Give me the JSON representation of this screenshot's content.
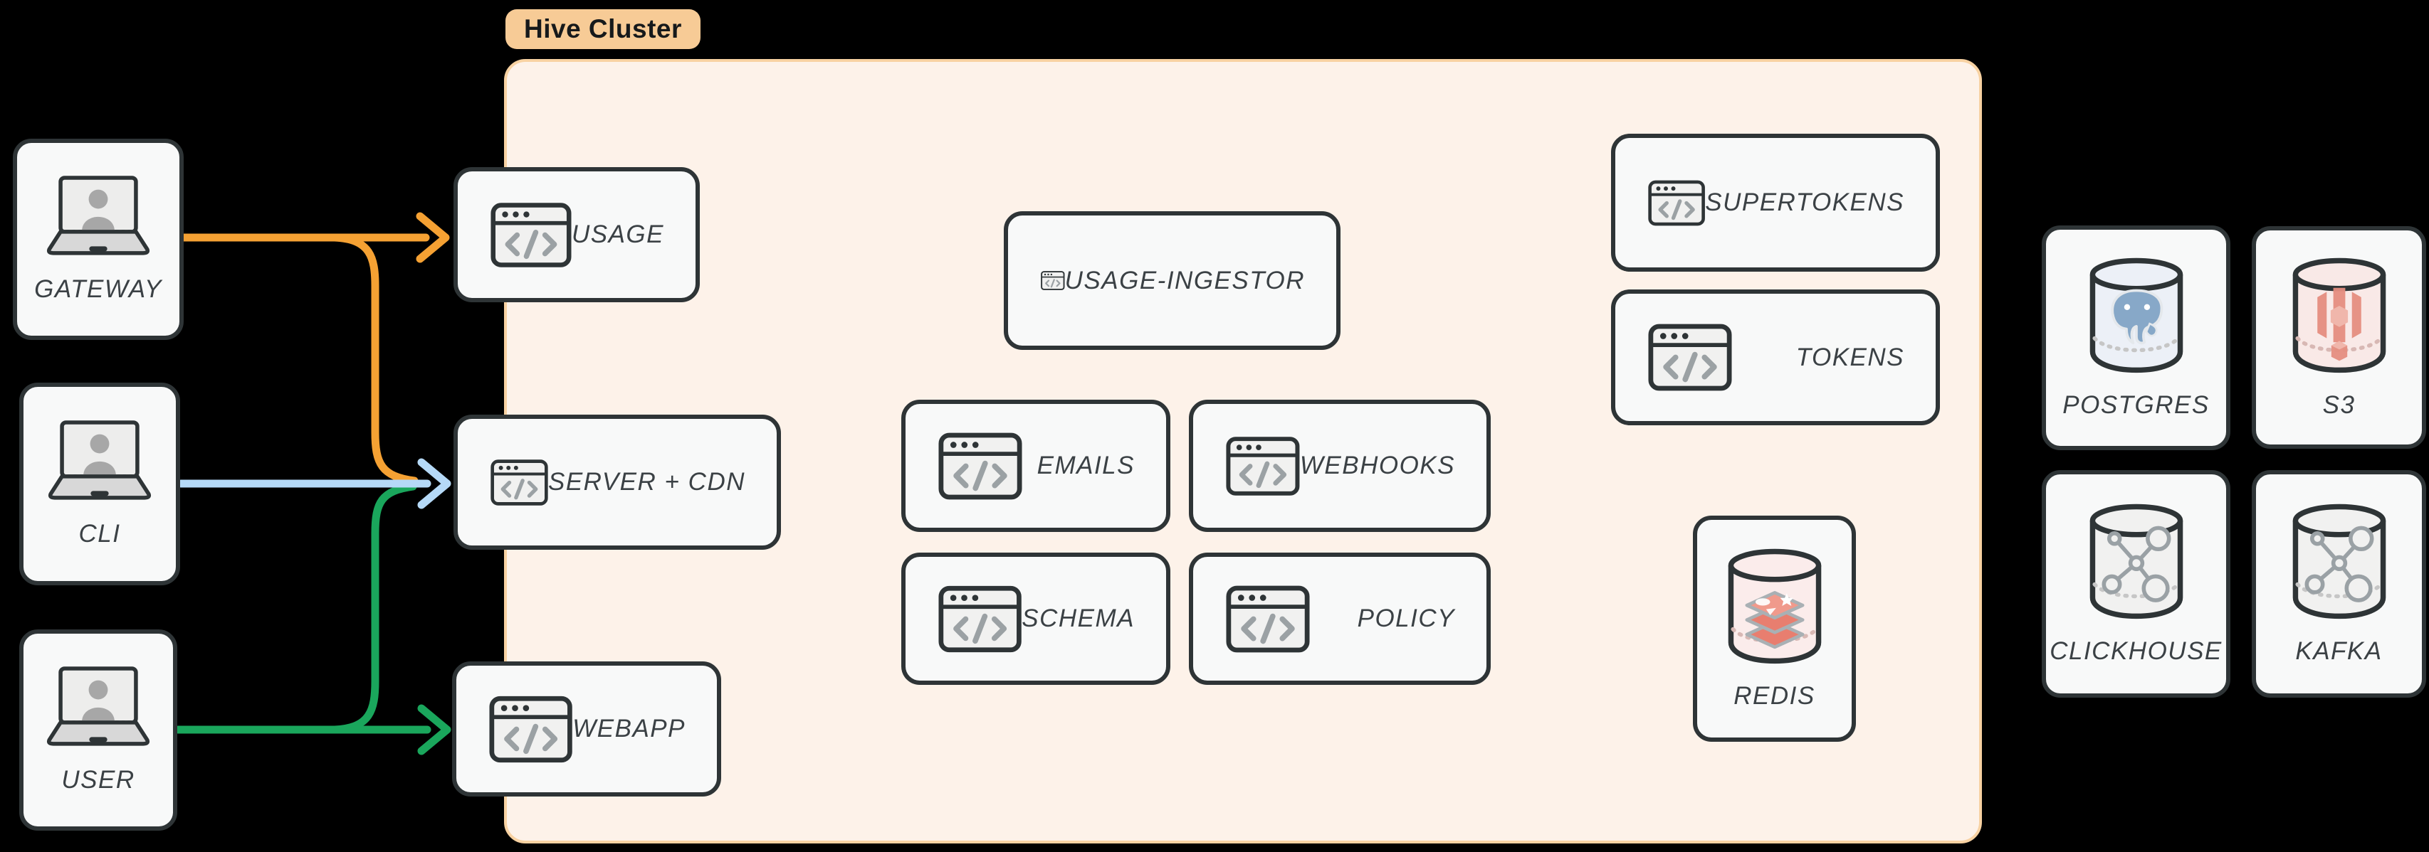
{
  "cluster": {
    "label": "Hive Cluster"
  },
  "nodes": {
    "gateway": {
      "label": "GATEWAY",
      "icon": "laptop-user"
    },
    "cli": {
      "label": "CLI",
      "icon": "laptop-user"
    },
    "user": {
      "label": "USER",
      "icon": "laptop-user"
    },
    "usage": {
      "label": "USAGE",
      "icon": "code-window"
    },
    "server_cdn": {
      "label": "SERVER + CDN",
      "icon": "code-window"
    },
    "webapp": {
      "label": "WEBAPP",
      "icon": "code-window"
    },
    "usage_ingestor": {
      "label": "USAGE-INGESTOR",
      "icon": "code-window"
    },
    "emails": {
      "label": "EMAILS",
      "icon": "code-window"
    },
    "webhooks": {
      "label": "WEBHOOKS",
      "icon": "code-window"
    },
    "schema": {
      "label": "SCHEMA",
      "icon": "code-window"
    },
    "policy": {
      "label": "POLICY",
      "icon": "code-window"
    },
    "supertokens": {
      "label": "SUPERTOKENS",
      "icon": "code-window"
    },
    "tokens": {
      "label": "TOKENS",
      "icon": "code-window"
    },
    "redis": {
      "label": "REDIS",
      "icon": "redis-database"
    },
    "postgres": {
      "label": "POSTGRES",
      "icon": "postgres-database"
    },
    "s3": {
      "label": "S3",
      "icon": "s3-database"
    },
    "clickhouse": {
      "label": "CLICKHOUSE",
      "icon": "clickhouse-database"
    },
    "kafka": {
      "label": "KAFKA",
      "icon": "kafka-database"
    }
  },
  "edges": [
    {
      "from": "GATEWAY",
      "to": "USAGE",
      "color": "#F5A133"
    },
    {
      "from": "GATEWAY",
      "to": "SERVER + CDN",
      "color": "#F5A133"
    },
    {
      "from": "CLI",
      "to": "SERVER + CDN",
      "color": "#B5D9F7"
    },
    {
      "from": "USER",
      "to": "SERVER + CDN",
      "color": "#1AA65C"
    },
    {
      "from": "USER",
      "to": "WEBAPP",
      "color": "#1AA65C"
    }
  ],
  "colors": {
    "background": "#000000",
    "card_fill": "#F8F9F9",
    "card_border": "#2E3436",
    "cluster_fill": "#FDF2E9",
    "cluster_border": "#F8D2A2",
    "badge_fill": "#F7CB96",
    "label_text": "#3B4145",
    "arrow_orange": "#F5A133",
    "arrow_blue": "#B5D9F7",
    "arrow_green": "#1AA65C"
  }
}
